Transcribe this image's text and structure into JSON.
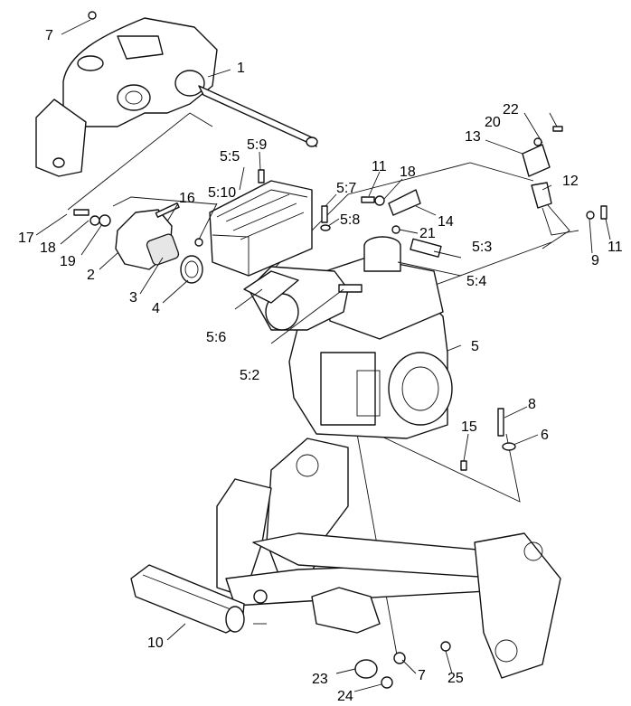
{
  "callouts": {
    "c1": "1",
    "c2": "2",
    "c3": "3",
    "c4": "4",
    "c5": "5",
    "c6": "6",
    "c7a": "7",
    "c7b": "7",
    "c8": "8",
    "c9": "9",
    "c10": "10",
    "c11a": "11",
    "c11b": "11",
    "c12": "12",
    "c13": "13",
    "c14": "14",
    "c15": "15",
    "c16": "16",
    "c17": "17",
    "c18a": "18",
    "c18b": "18",
    "c19": "19",
    "c20": "20",
    "c21": "21",
    "c22": "22",
    "c23": "23",
    "c24": "24",
    "c25": "25",
    "c5_2": "5:2",
    "c5_3": "5:3",
    "c5_4": "5:4",
    "c5_5": "5:5",
    "c5_6": "5:6",
    "c5_7": "5:7",
    "c5_8": "5:8",
    "c5_9": "5:9",
    "c5_10": "5:10"
  }
}
